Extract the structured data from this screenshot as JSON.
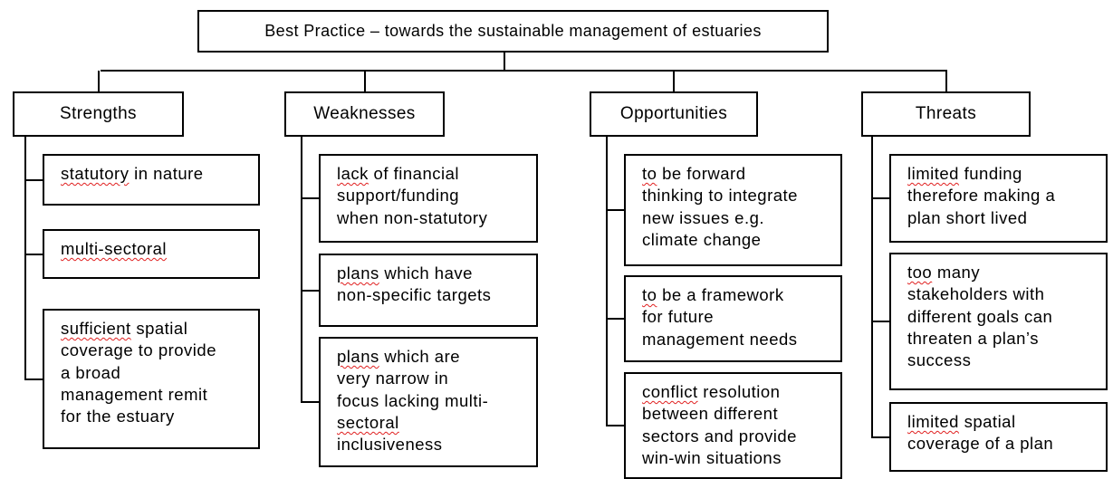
{
  "title": "Best Practice – towards the sustainable management of estuaries",
  "columns": [
    {
      "heading": "Strengths",
      "items": [
        [
          {
            "t": "statutory",
            "sq": true
          },
          {
            "t": " in nature"
          }
        ],
        [
          {
            "t": "multi-sectoral",
            "sq": true
          }
        ],
        [
          {
            "t": "sufficient",
            "sq": true
          },
          {
            "t": " spatial\ncoverage to provide\na broad\nmanagement remit\nfor the estuary"
          }
        ]
      ]
    },
    {
      "heading": "Weaknesses",
      "items": [
        [
          {
            "t": "lack",
            "sq": true
          },
          {
            "t": " of financial\nsupport/funding\nwhen non-statutory"
          }
        ],
        [
          {
            "t": "plans",
            "sq": true
          },
          {
            "t": " which have\nnon-specific targets"
          }
        ],
        [
          {
            "t": "plans",
            "sq": true
          },
          {
            "t": " which are\nvery narrow in\nfocus lacking multi-\n"
          },
          {
            "t": "sectoral",
            "sq": true
          },
          {
            "t": "\ninclusiveness"
          }
        ]
      ]
    },
    {
      "heading": "Opportunities",
      "items": [
        [
          {
            "t": "to",
            "sq": true
          },
          {
            "t": " be forward\nthinking to integrate\nnew issues e.g.\nclimate change"
          }
        ],
        [
          {
            "t": "to",
            "sq": true
          },
          {
            "t": " be a framework\nfor future\nmanagement needs"
          }
        ],
        [
          {
            "t": "conflict",
            "sq": true
          },
          {
            "t": " resolution\nbetween different\nsectors and provide\nwin-win situations"
          }
        ]
      ]
    },
    {
      "heading": "Threats",
      "items": [
        [
          {
            "t": "limited",
            "sq": true
          },
          {
            "t": " funding\ntherefore making a\nplan short lived"
          }
        ],
        [
          {
            "t": "too",
            "sq": true
          },
          {
            "t": " many\nstakeholders with\ndifferent goals can\nthreaten a plan’s\nsuccess"
          }
        ],
        [
          {
            "t": "limited",
            "sq": true
          },
          {
            "t": " spatial\ncoverage of a plan"
          }
        ]
      ]
    }
  ]
}
